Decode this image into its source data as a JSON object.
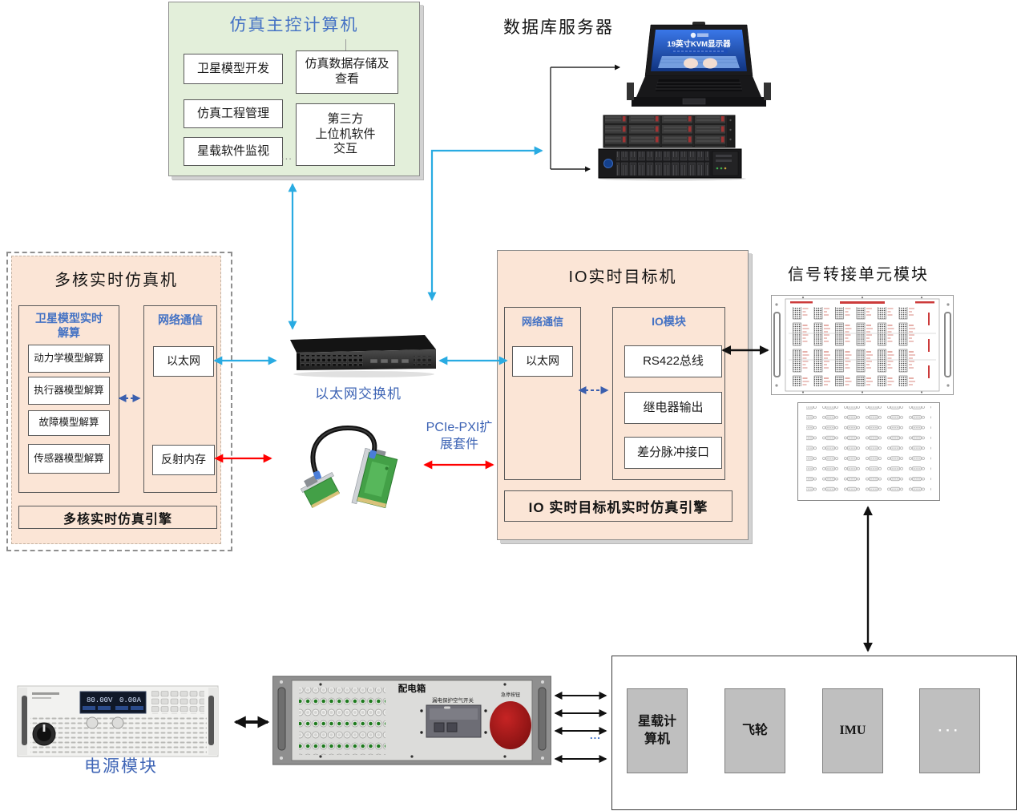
{
  "colors": {
    "accent_blue": "#4472C4",
    "arrow_blue": "#29ABE2",
    "arrow_red": "#FF0000",
    "box_green": "#E3EFDA",
    "box_peach": "#FBE5D6"
  },
  "master": {
    "title": "仿真主控计算机",
    "m1": "卫星模型开发",
    "m2": "仿真工程管理",
    "m3": "星载软件监视",
    "m4": "仿真数据存储及\n查看",
    "m5": "第三方\n上位机软件\n交互",
    "ellipsis": "..."
  },
  "database": {
    "label": "数据库服务器",
    "kvm_screen_line": "19英寸KVM显示器"
  },
  "switch": {
    "label": "以太网交换机"
  },
  "pcie": {
    "label": "PCIe-PXI扩\n展套件"
  },
  "multicore": {
    "title": "多核实时仿真机",
    "solver_title": "卫星模型实时\n解算",
    "solvers": [
      "动力学模型解算",
      "执行器模型解算",
      "故障模型解算",
      "传感器模型解算"
    ],
    "net_title": "网络通信",
    "eth": "以太网",
    "rfm": "反射内存",
    "engine": "多核实时仿真引擎"
  },
  "io": {
    "title": "IO实时目标机",
    "net_title": "网络通信",
    "eth": "以太网",
    "mod_title": "IO模块",
    "mods": [
      "RS422总线",
      "继电器输出",
      "差分脉冲接口"
    ],
    "engine": "IO 实时目标机实时仿真引擎"
  },
  "signal": {
    "label": "信号转接单元模块"
  },
  "power": {
    "label": "电源模块",
    "volt": "80.00V",
    "amp": "0.00A"
  },
  "pdu": {
    "label": "配电箱",
    "breaker": "漏电保护空气开关",
    "estop": "急停按钮",
    "ellipsis": "..."
  },
  "satellite": {
    "items": [
      "星载计\n算机",
      "飞轮",
      "IMU",
      "···"
    ]
  }
}
